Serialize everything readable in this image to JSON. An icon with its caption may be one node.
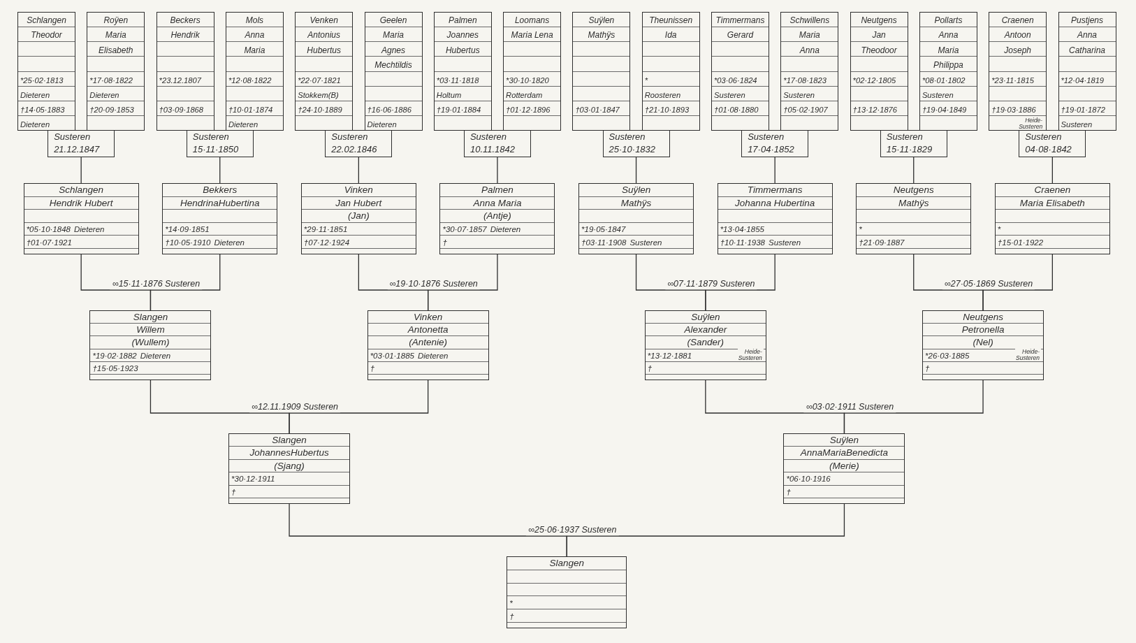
{
  "diagram": {
    "nodes": [
      {
        "text": [
          "Schlangen",
          "Theodor",
          "*25·02·1813",
          "Dieteren",
          "†14·05·1883",
          "Dieteren"
        ]
      },
      {
        "text": [
          "Roÿen",
          "Maria",
          "Elisabeth",
          "*17·08·1822",
          "Dieteren",
          "†20·09·1853"
        ]
      },
      {
        "text": [
          "Beckers",
          "Hendrik",
          "*23.12.1807",
          "†03·09·1868"
        ]
      },
      {
        "text": [
          "Mols",
          "Anna",
          "Maria",
          "*12·08·1822",
          "†10·01·1874",
          "Dieteren"
        ]
      },
      {
        "text": [
          "Venken",
          "Antonius",
          "Hubertus",
          "*22·07·1821",
          "Stokkem(B)",
          "†24·10·1889"
        ]
      },
      {
        "text": [
          "Geelen",
          "Maria",
          "Agnes",
          "Mechtildis",
          "†16·06·1886",
          "Dieteren"
        ]
      },
      {
        "text": [
          "Palmen",
          "Joannes",
          "Hubertus",
          "*03·11·1818",
          "Holtum",
          "†19·01·1884"
        ]
      },
      {
        "text": [
          "Loomans",
          "Maria Lena",
          "*30·10·1820",
          "Rotterdam",
          "†01·12·1896"
        ]
      },
      {
        "text": [
          "Suÿlen",
          "Mathÿs",
          "†03·01·1847"
        ]
      },
      {
        "text": [
          "Theunissen",
          "Ida",
          "*",
          "Roosteren",
          "†21·10·1893"
        ]
      },
      {
        "text": [
          "Timmermans",
          "Gerard",
          "*03·06·1824",
          "Susteren",
          "†01·08·1880"
        ]
      },
      {
        "text": [
          "Schwillens",
          "Maria",
          "Anna",
          "*17·08·1823",
          "Susteren",
          "†05·02·1907"
        ]
      },
      {
        "text": [
          "Neutgens",
          "Jan",
          "Theodoor",
          "*02·12·1805",
          "†13·12·1876"
        ]
      },
      {
        "text": [
          "Pollarts",
          "Anna",
          "Maria",
          "Philippa",
          "*08·01·1802",
          "Susteren",
          "†19·04·1849"
        ]
      },
      {
        "text": [
          "Craenen",
          "Antoon",
          "Joseph",
          "*23·11·1815",
          "†19·03·1886",
          "Heide- Susteren"
        ]
      },
      {
        "text": [
          "Pustjens",
          "Anna",
          "Catharina",
          "*12·04·1819",
          "†19·01·1872",
          "Susteren"
        ]
      },
      {
        "text": [
          "Susteren",
          "21.12.1847"
        ]
      },
      {
        "text": [
          "Susteren",
          "15·11·1850"
        ]
      },
      {
        "text": [
          "Susteren",
          "22.02.1846"
        ]
      },
      {
        "text": [
          "Susteren",
          "10.11.1842"
        ]
      },
      {
        "text": [
          "Susteren",
          "25·10·1832"
        ]
      },
      {
        "text": [
          "Susteren",
          "17·04·1852"
        ]
      },
      {
        "text": [
          "Susteren",
          "15·11·1829"
        ]
      },
      {
        "text": [
          "Susteren",
          "04·08·1842"
        ]
      },
      {
        "text": [
          "Schlangen",
          "Hendrik Hubert",
          "*05·10·1848",
          "Dieteren",
          "†01·07·1921"
        ]
      },
      {
        "text": [
          "Bekkers",
          "HendrinaHubertina",
          "*14·09·1851",
          "†10·05·1910",
          "Dieteren"
        ]
      },
      {
        "text": [
          "Vinken",
          "Jan Hubert",
          "(Jan)",
          "*29·11·1851",
          "†07·12·1924"
        ]
      },
      {
        "text": [
          "Palmen",
          "Anna Maria",
          "(Antje)",
          "*30·07·1857",
          "Dieteren",
          "†"
        ]
      },
      {
        "text": [
          "Suÿlen",
          "Mathÿs",
          "*19·05·1847",
          "†03·11·1908",
          "Susteren"
        ]
      },
      {
        "text": [
          "Timmermans",
          "Johanna Hubertina",
          "*13·04·1855",
          "†10·11·1938",
          "Susteren"
        ]
      },
      {
        "text": [
          "Neutgens",
          "Mathÿs",
          "*",
          "†21·09·1887"
        ]
      },
      {
        "text": [
          "Craenen",
          "Maria Elisabeth",
          "*",
          "†15·01·1922"
        ]
      },
      {
        "text": [
          "Slangen",
          "Willem",
          "(Wullem)",
          "*19·02·1882",
          "Dieteren",
          "†15·05·1923"
        ]
      },
      {
        "text": [
          "Vinken",
          "Antonetta",
          "(Antenie)",
          "*03·01·1885",
          "Dieteren",
          "†"
        ]
      },
      {
        "text": [
          "Suÿlen",
          "Alexander",
          "(Sander)",
          "*13·12·1881",
          "Heide- Susteren",
          "†"
        ]
      },
      {
        "text": [
          "Neutgens",
          "Petronella",
          "(Nel)",
          "*26·03·1885",
          "Heide- Susteren",
          "†"
        ]
      },
      {
        "text": [
          "Slangen",
          "JohannesHubertus",
          "(Sjang)",
          "*30·12·1911",
          "†"
        ]
      },
      {
        "text": [
          "Suÿlen",
          "AnnaMariaBenedicta",
          "(Merie)",
          "*06·10·1916",
          "†"
        ]
      },
      {
        "text": [
          "Slangen",
          "*",
          "†"
        ]
      }
    ],
    "edges": [
      {
        "from": 16,
        "to": 24,
        "arrow": "none"
      },
      {
        "from": 17,
        "to": 25,
        "arrow": "none"
      },
      {
        "from": 18,
        "to": 26,
        "arrow": "none"
      },
      {
        "from": 19,
        "to": 27,
        "arrow": "none"
      },
      {
        "from": 20,
        "to": 28,
        "arrow": "none"
      },
      {
        "from": 21,
        "to": 29,
        "arrow": "none"
      },
      {
        "from": 22,
        "to": 30,
        "arrow": "none"
      },
      {
        "from": 23,
        "to": 31,
        "arrow": "none"
      },
      {
        "from": 24,
        "to": 32,
        "arrow": "none",
        "label": "∞15·11·1876 Susteren"
      },
      {
        "from": 25,
        "to": 32,
        "arrow": "none"
      },
      {
        "from": 26,
        "to": 33,
        "arrow": "none",
        "label": "∞19·10·1876 Susteren"
      },
      {
        "from": 27,
        "to": 33,
        "arrow": "none"
      },
      {
        "from": 28,
        "to": 34,
        "arrow": "none",
        "label": "∞07·11·1879 Susteren"
      },
      {
        "from": 29,
        "to": 34,
        "arrow": "none"
      },
      {
        "from": 30,
        "to": 35,
        "arrow": "none",
        "label": "∞27·05·1869 Susteren"
      },
      {
        "from": 31,
        "to": 35,
        "arrow": "none"
      },
      {
        "from": 32,
        "to": 36,
        "arrow": "none",
        "label": "∞12.11.1909 Susteren"
      },
      {
        "from": 33,
        "to": 36,
        "arrow": "none"
      },
      {
        "from": 34,
        "to": 37,
        "arrow": "none",
        "label": "∞03·02·1911 Susteren"
      },
      {
        "from": 35,
        "to": 37,
        "arrow": "none"
      },
      {
        "from": 36,
        "to": 38,
        "arrow": "none",
        "label": "∞25·06·1937 Susteren"
      },
      {
        "from": 37,
        "to": 38,
        "arrow": "none"
      }
    ]
  }
}
